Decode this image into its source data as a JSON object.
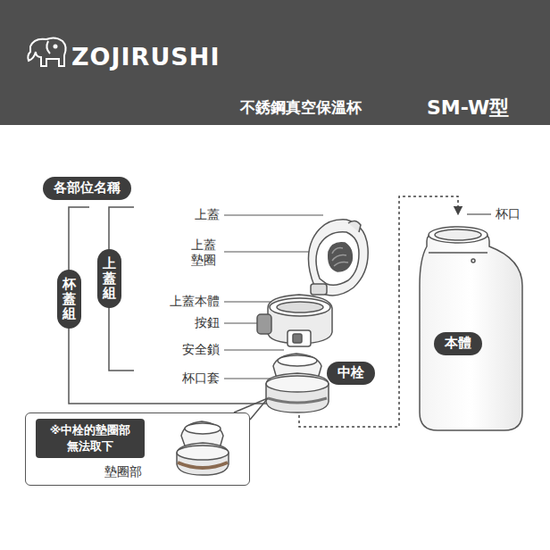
{
  "diagram": {
    "title": "不銹鋼真空保溫杯",
    "nodes": [
      {
        "text": [
          "各部位名稱"
        ]
      },
      {
        "text": [
          "杯蓋組"
        ]
      },
      {
        "text": [
          "上蓋組"
        ]
      },
      {
        "text": [
          "中栓"
        ]
      },
      {
        "text": [
          "本體"
        ]
      },
      {
        "text": [
          "墊圈部"
        ]
      },
      {
        "text": [
          "※中栓的墊圈部 無法取下"
        ],
        "in": 5
      }
    ],
    "labels": [
      "ZOJIRUSHI",
      "SM-W型",
      "上蓋",
      "上蓋 墊圈",
      "上蓋本體",
      "按鈕",
      "安全鎖",
      "杯口套",
      "杯口"
    ]
  }
}
